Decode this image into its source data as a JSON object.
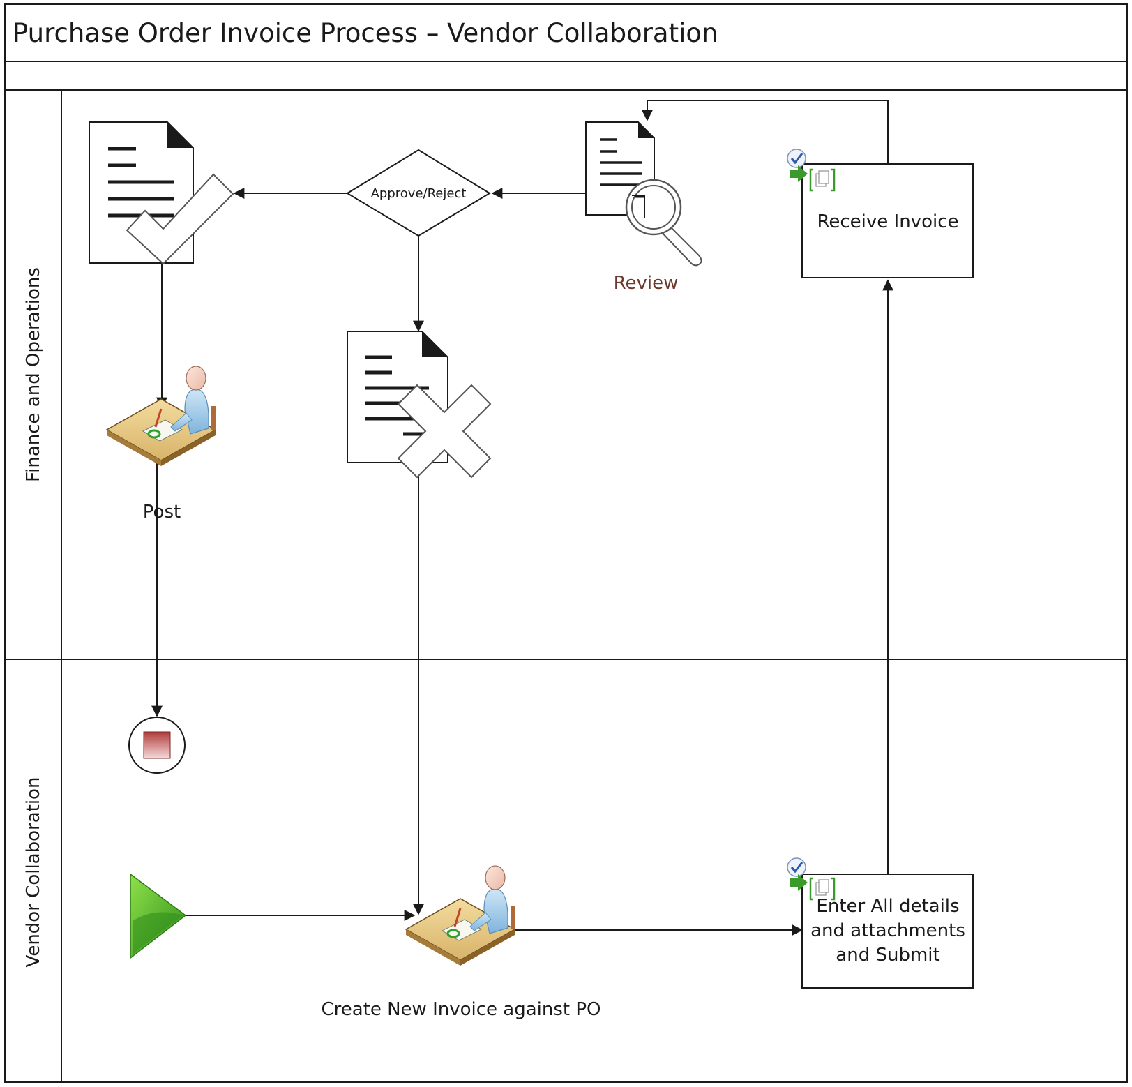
{
  "title": "Purchase Order Invoice Process – Vendor Collaboration",
  "lanes": {
    "finance": "Finance and Operations",
    "vendor": "Vendor Collaboration"
  },
  "nodes": {
    "decision": "Approve/Reject",
    "review": "Review",
    "receive_invoice": "Receive Invoice",
    "post": "Post",
    "create_invoice": "Create New Invoice against PO",
    "enter_details": [
      "Enter All details",
      "and attachments",
      "and Submit"
    ]
  },
  "icons": {
    "approved": "approved-document-icon",
    "rejected": "rejected-document-icon",
    "review": "document-magnifier-icon",
    "user_task": "person-at-desk-icon",
    "task_marker": "checkmark-arrow-document-icon",
    "start": "start-triangle-icon",
    "end": "end-event-icon"
  },
  "colors": {
    "line": "#1a1a1a",
    "start_green": "#4caf2a",
    "end_red": "#b23a3a",
    "desk": "#e8c98a",
    "review_label": "#6b3a2e"
  }
}
